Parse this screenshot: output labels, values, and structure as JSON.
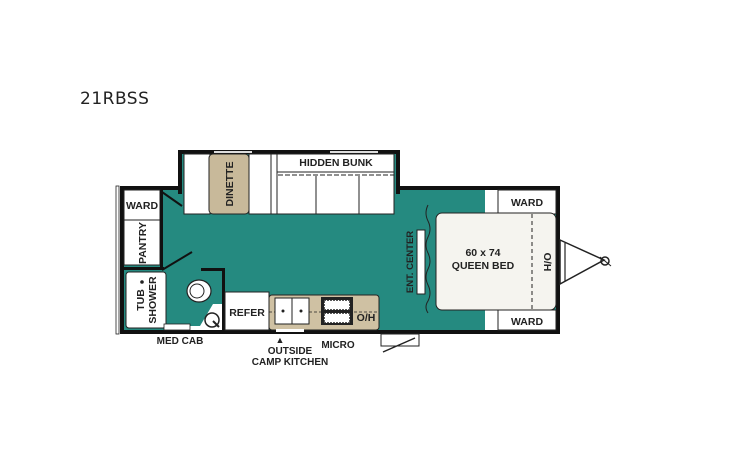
{
  "model_name": "21RBSS",
  "colors": {
    "floor": "#258a80",
    "wall": "#111111",
    "furniture": "#ffffff",
    "dinette": "#c8b99a",
    "counter": "#cfc1a3"
  },
  "rooms": {
    "ward_rear": "WARD",
    "pantry": "PANTRY",
    "tub_shower_line1": "TUB",
    "tub_shower_line2": "SHOWER",
    "dinette": "DINETTE",
    "hidden_bunk": "HIDDEN BUNK",
    "refer": "REFER",
    "oh_kitchen": "O/H",
    "ent_center": "ENT. CENTER",
    "bed_size": "60 x 74",
    "bed_type": "QUEEN BED",
    "oh_bed": "O/H",
    "ward_front_top": "WARD",
    "ward_front_bottom": "WARD"
  },
  "exterior_labels": {
    "med_cab": "MED CAB",
    "outside_line1": "OUTSIDE",
    "outside_line2": "CAMP KITCHEN",
    "micro": "MICRO",
    "arrow": "▲"
  }
}
